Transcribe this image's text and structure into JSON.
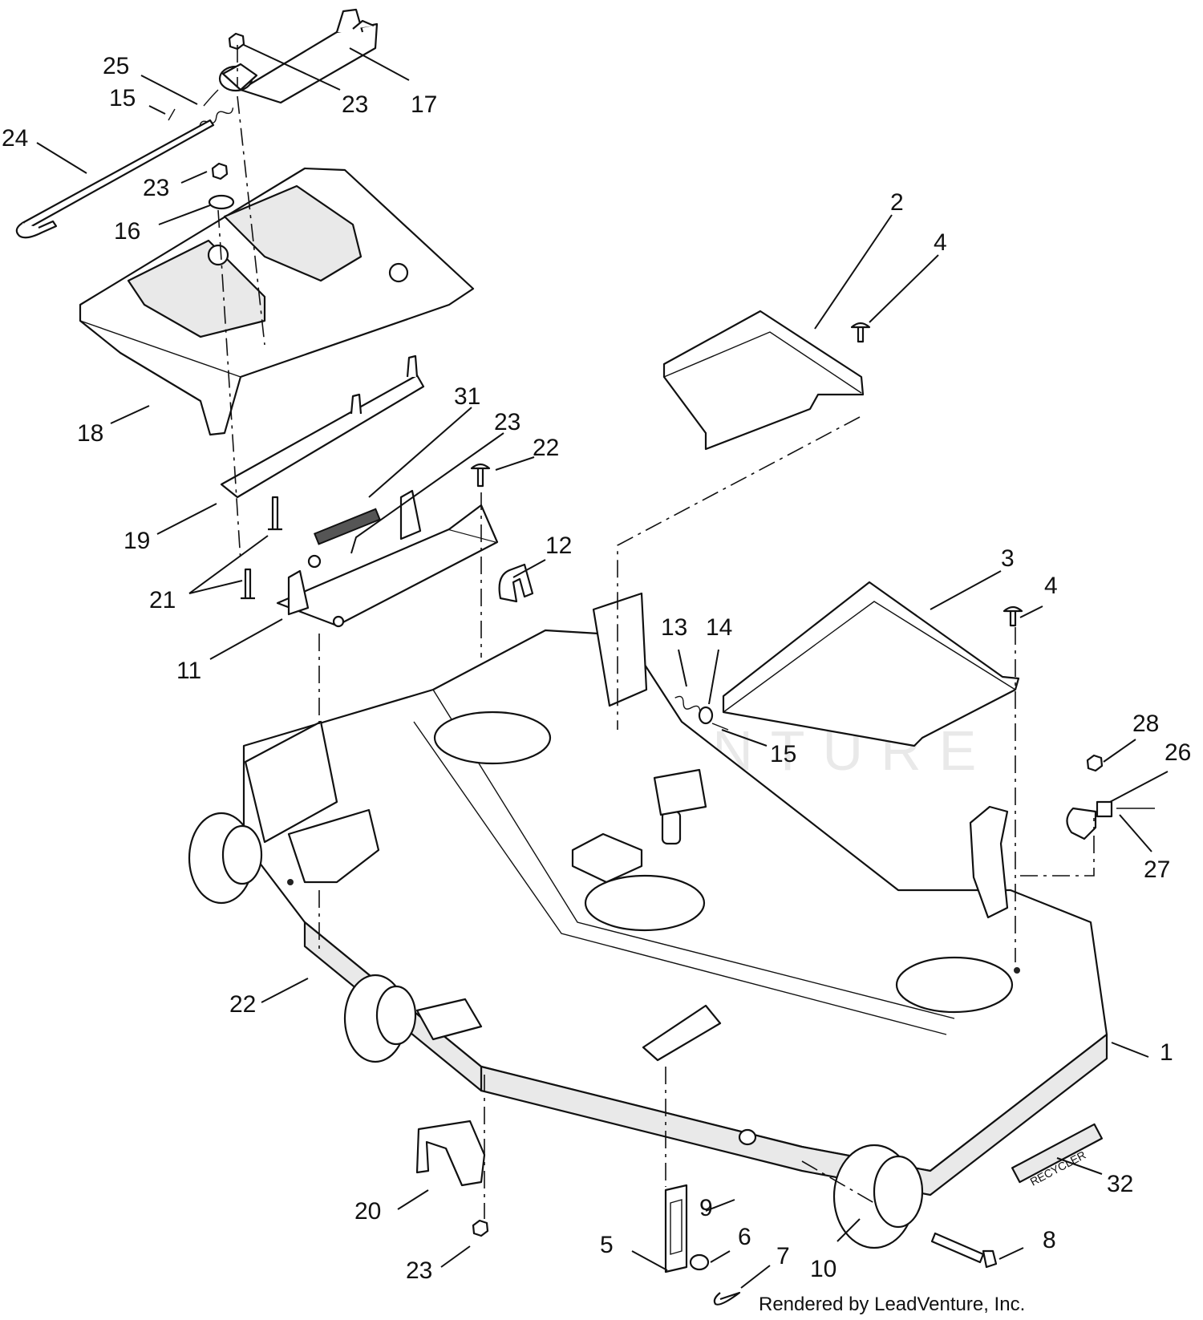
{
  "watermark": "LEADVENTURE",
  "credit": "Rendered by LeadVenture, Inc.",
  "decal_text": "RECYCLER",
  "callouts": [
    {
      "id": "c25",
      "label": "25"
    },
    {
      "id": "c15a",
      "label": "15"
    },
    {
      "id": "c24",
      "label": "24"
    },
    {
      "id": "c23a",
      "label": "23"
    },
    {
      "id": "c17",
      "label": "17"
    },
    {
      "id": "c23b",
      "label": "23"
    },
    {
      "id": "c16",
      "label": "16"
    },
    {
      "id": "c2",
      "label": "2"
    },
    {
      "id": "c4a",
      "label": "4"
    },
    {
      "id": "c18",
      "label": "18"
    },
    {
      "id": "c31",
      "label": "31"
    },
    {
      "id": "c23c",
      "label": "23"
    },
    {
      "id": "c22a",
      "label": "22"
    },
    {
      "id": "c19",
      "label": "19"
    },
    {
      "id": "c12",
      "label": "12"
    },
    {
      "id": "c3",
      "label": "3"
    },
    {
      "id": "c4b",
      "label": "4"
    },
    {
      "id": "c21",
      "label": "21"
    },
    {
      "id": "c13",
      "label": "13"
    },
    {
      "id": "c14",
      "label": "14"
    },
    {
      "id": "c11",
      "label": "11"
    },
    {
      "id": "c15b",
      "label": "15"
    },
    {
      "id": "c28",
      "label": "28"
    },
    {
      "id": "c26",
      "label": "26"
    },
    {
      "id": "c27",
      "label": "27"
    },
    {
      "id": "c22b",
      "label": "22"
    },
    {
      "id": "c1",
      "label": "1"
    },
    {
      "id": "c32",
      "label": "32"
    },
    {
      "id": "c20",
      "label": "20"
    },
    {
      "id": "c9",
      "label": "9"
    },
    {
      "id": "c6",
      "label": "6"
    },
    {
      "id": "c7",
      "label": "7"
    },
    {
      "id": "c8",
      "label": "8"
    },
    {
      "id": "c5",
      "label": "5"
    },
    {
      "id": "c10",
      "label": "10"
    },
    {
      "id": "c23d",
      "label": "23"
    }
  ]
}
